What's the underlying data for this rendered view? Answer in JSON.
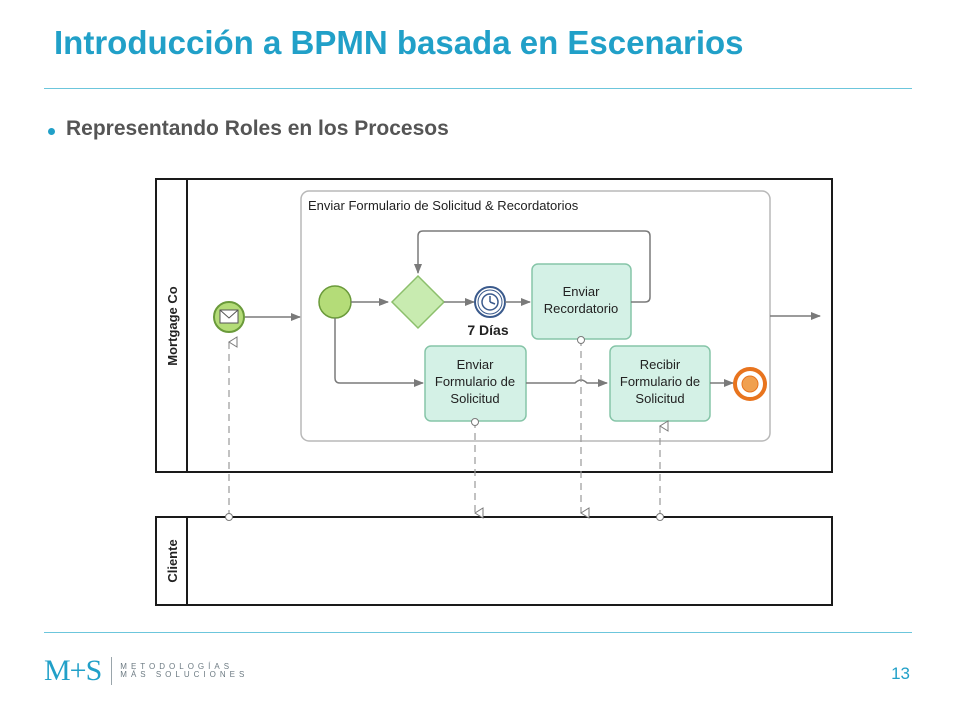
{
  "slide": {
    "title": "Introducción a BPMN basada en Escenarios",
    "bullet": "Representando Roles en los Procesos",
    "page_number": "13",
    "accent_color": "#21a0c8"
  },
  "diagram": {
    "pool_mortgage": "Mortgage Co",
    "pool_client": "Cliente",
    "subprocess_title": "Enviar Formulario de Solicitud & Recordatorios",
    "task_reminder": [
      "Enviar",
      "Recordatorio"
    ],
    "task_send_form": [
      "Enviar",
      "Formulario de",
      "Solicitud"
    ],
    "task_receive_form": [
      "Recibir",
      "Formulario de",
      "Solicitud"
    ],
    "timer_label": "7 Días",
    "colors": {
      "task_fill": "#d4f1e6",
      "task_stroke": "#86c5a8",
      "start_fill": "#b4dc78",
      "gateway_fill": "#c8ebb0",
      "end_color": "#e8741e",
      "timer_color": "#3a5a8c"
    }
  },
  "logo": {
    "mark": "M+S",
    "line1": "METODOLOGÍAS",
    "line2": "MÁS SOLUCIONES"
  }
}
